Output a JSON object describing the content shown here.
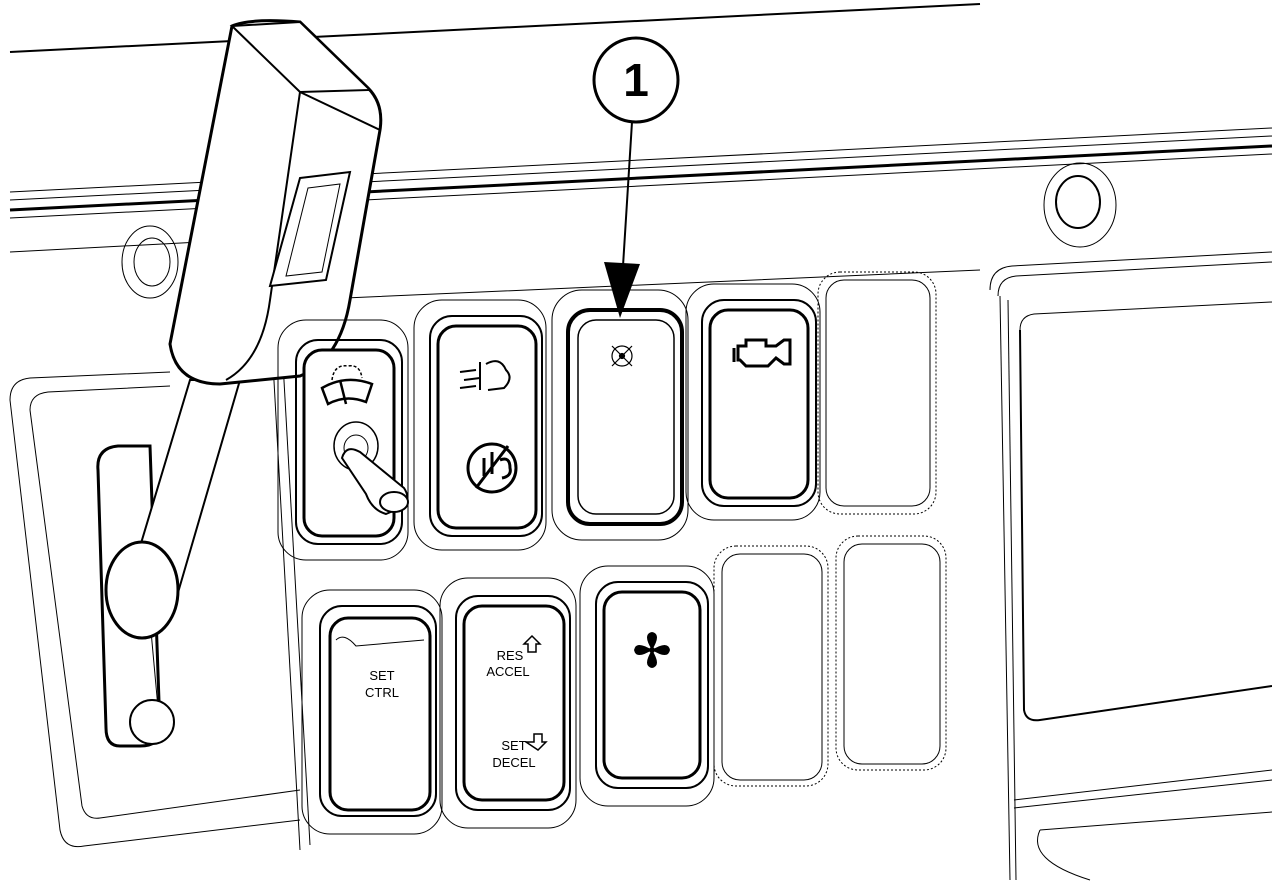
{
  "figure": {
    "callout": {
      "number": "1",
      "target": "blank-switch-top-row-3"
    },
    "switch_panel": {
      "top_row": [
        {
          "id": "wiper-washer",
          "icon": "windshield-wiper-icon",
          "control": "toggle-lever"
        },
        {
          "id": "defrost",
          "icons": [
            "rear-defrost-icon",
            "no-defrost-icon"
          ]
        },
        {
          "id": "indicated-switch",
          "icon": "small-target-icon",
          "callout": "1"
        },
        {
          "id": "check-engine",
          "icon": "engine-icon"
        },
        {
          "id": "blank-top",
          "icon": ""
        }
      ],
      "bottom_row": [
        {
          "id": "set-ctrl",
          "label_line1": "SET",
          "label_line2": "CTRL"
        },
        {
          "id": "res-set",
          "top_line1": "RES",
          "top_line2": "ACCEL",
          "bottom_line1": "SET",
          "bottom_line2": "DECEL",
          "icons": [
            "arrow-up-icon",
            "arrow-down-icon"
          ]
        },
        {
          "id": "fan",
          "icon": "fan-icon"
        },
        {
          "id": "blank-bottom-1",
          "icon": ""
        },
        {
          "id": "blank-bottom-2",
          "icon": ""
        }
      ]
    }
  }
}
